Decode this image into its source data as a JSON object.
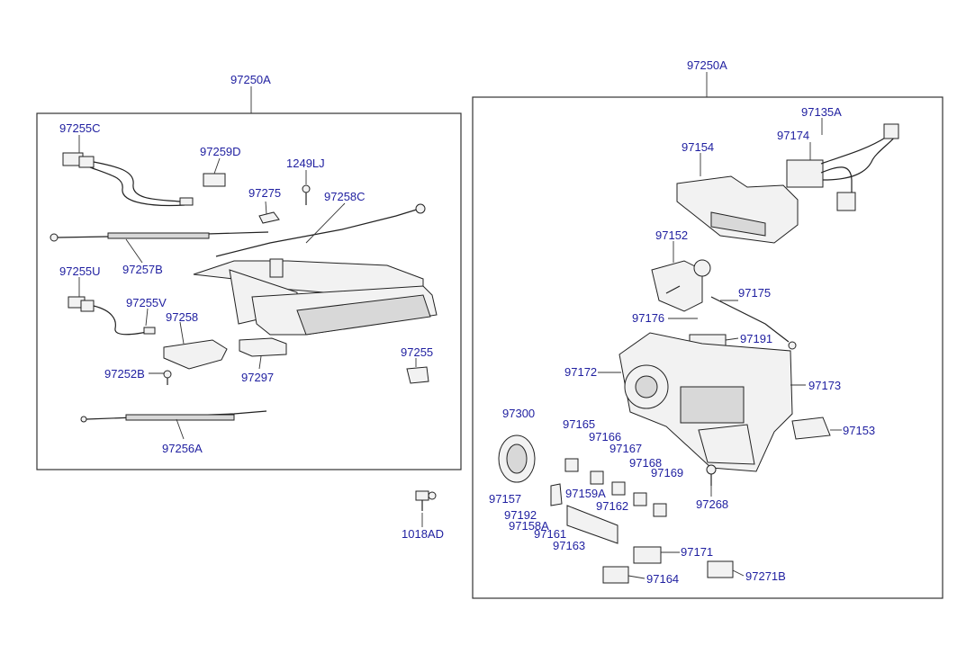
{
  "assemblies": {
    "left_title": "97250A",
    "right_title": "97250A"
  },
  "left_parts": [
    {
      "id": "97255C"
    },
    {
      "id": "97259D"
    },
    {
      "id": "1249LJ"
    },
    {
      "id": "97275"
    },
    {
      "id": "97258C"
    },
    {
      "id": "97257B"
    },
    {
      "id": "97255U"
    },
    {
      "id": "97255V"
    },
    {
      "id": "97258"
    },
    {
      "id": "97252B"
    },
    {
      "id": "97297"
    },
    {
      "id": "97255"
    },
    {
      "id": "97256A"
    }
  ],
  "loose_parts": [
    {
      "id": "1018AD"
    }
  ],
  "right_parts": [
    {
      "id": "97135A"
    },
    {
      "id": "97174"
    },
    {
      "id": "97154"
    },
    {
      "id": "97152"
    },
    {
      "id": "97175"
    },
    {
      "id": "97176"
    },
    {
      "id": "97191"
    },
    {
      "id": "97172"
    },
    {
      "id": "97173"
    },
    {
      "id": "97300"
    },
    {
      "id": "97165"
    },
    {
      "id": "97166"
    },
    {
      "id": "97167"
    },
    {
      "id": "97168"
    },
    {
      "id": "97169"
    },
    {
      "id": "97153"
    },
    {
      "id": "97159A"
    },
    {
      "id": "97162"
    },
    {
      "id": "97157"
    },
    {
      "id": "97268"
    },
    {
      "id": "97192"
    },
    {
      "id": "97158A"
    },
    {
      "id": "97161"
    },
    {
      "id": "97163"
    },
    {
      "id": "97171"
    },
    {
      "id": "97164"
    },
    {
      "id": "97271B"
    }
  ]
}
